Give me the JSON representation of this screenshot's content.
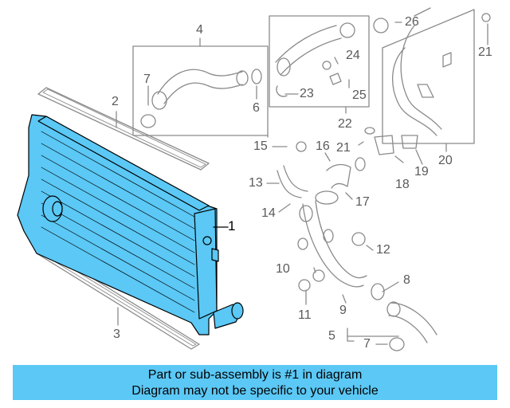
{
  "diagram": {
    "callouts": [
      {
        "key": "c1",
        "label": "1"
      },
      {
        "key": "c2",
        "label": "2"
      },
      {
        "key": "c3",
        "label": "3"
      },
      {
        "key": "c4",
        "label": "4"
      },
      {
        "key": "c5",
        "label": "5"
      },
      {
        "key": "c6",
        "label": "6"
      },
      {
        "key": "c7a",
        "label": "7"
      },
      {
        "key": "c7b",
        "label": "7"
      },
      {
        "key": "c8",
        "label": "8"
      },
      {
        "key": "c9",
        "label": "9"
      },
      {
        "key": "c10",
        "label": "10"
      },
      {
        "key": "c11",
        "label": "11"
      },
      {
        "key": "c12",
        "label": "12"
      },
      {
        "key": "c13",
        "label": "13"
      },
      {
        "key": "c14",
        "label": "14"
      },
      {
        "key": "c15",
        "label": "15"
      },
      {
        "key": "c16",
        "label": "16"
      },
      {
        "key": "c17",
        "label": "17"
      },
      {
        "key": "c18",
        "label": "18"
      },
      {
        "key": "c19",
        "label": "19"
      },
      {
        "key": "c20",
        "label": "20"
      },
      {
        "key": "c21a",
        "label": "21"
      },
      {
        "key": "c21b",
        "label": "21"
      },
      {
        "key": "c22",
        "label": "22"
      },
      {
        "key": "c23",
        "label": "23"
      },
      {
        "key": "c24",
        "label": "24"
      },
      {
        "key": "c25",
        "label": "25"
      },
      {
        "key": "c26",
        "label": "26"
      }
    ],
    "highlight_color": "#5bc8f5",
    "line_color": "#8a8a8a"
  },
  "banner": {
    "line1": "Part or sub-assembly is #1 in diagram",
    "line2": "Diagram may not be specific to your vehicle",
    "background": "#5bc8f5"
  }
}
